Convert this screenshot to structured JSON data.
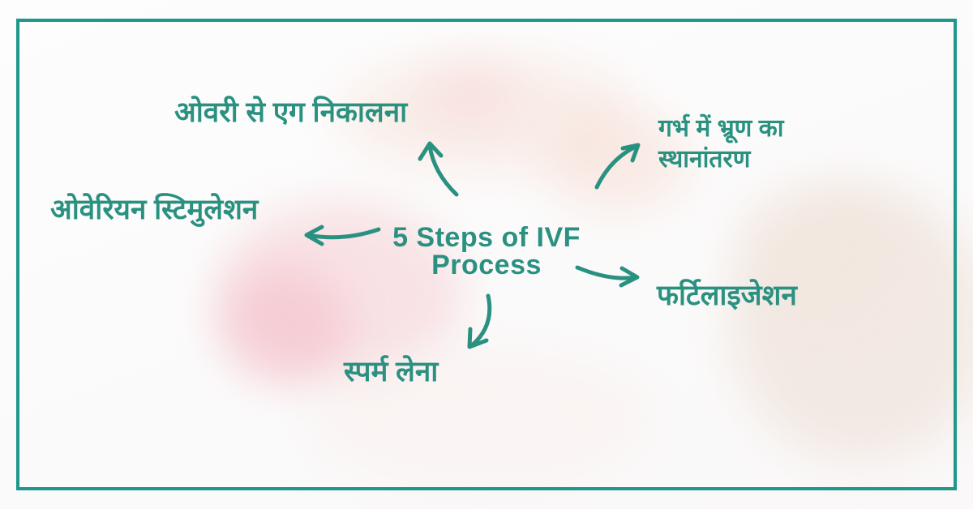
{
  "title": {
    "full": "5 Steps of IVF Process",
    "line1": "5 Steps of IVF",
    "line2": "Process"
  },
  "steps": [
    {
      "name": "egg-retrieval",
      "label": "ओवरी से एग निकालना"
    },
    {
      "name": "embryo-transfer",
      "label": "गर्भ में भ्रूण का स्थानांतरण"
    },
    {
      "name": "ovarian-stimulation",
      "label": "ओवेरियन स्टिमुलेशन"
    },
    {
      "name": "fertilization",
      "label": "फर्टिलाइजेशन"
    },
    {
      "name": "sperm-collection",
      "label": "स्पर्म लेना"
    }
  ],
  "colors": {
    "accent_teal": "#2A9181",
    "frame_border": "#1D988A",
    "background": "#FFFFFF"
  }
}
